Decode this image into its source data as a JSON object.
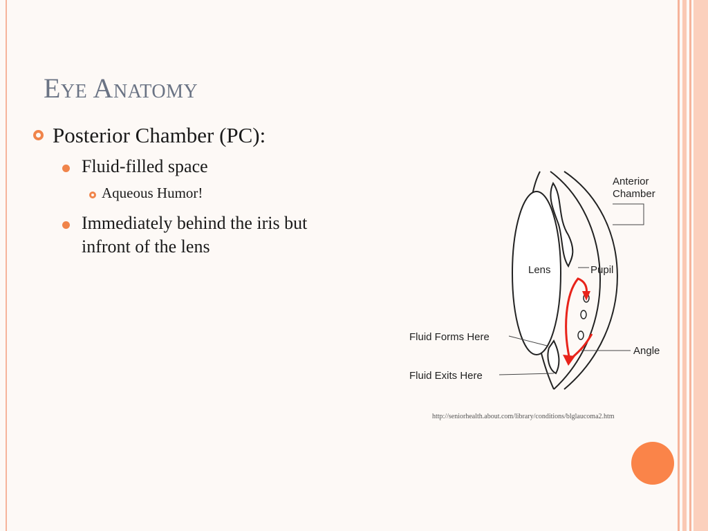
{
  "slide": {
    "title": "Eye Anatomy",
    "bullets": {
      "level1": "Posterior Chamber (PC):",
      "level2_a": "Fluid-filled space",
      "level3": "Aqueous Humor!",
      "level2_b_line1": "Immediately behind the iris but",
      "level2_b_line2": "infront of the lens"
    },
    "source": "http://seniorhealth.about.com/library/conditions/blglaucoma2.htm"
  },
  "diagram": {
    "labels": {
      "anterior_line1": "Anterior",
      "anterior_line2": "Chamber",
      "lens": "Lens",
      "pupil": "Pupil",
      "fluid_forms": "Fluid Forms Here",
      "angle": "Angle",
      "fluid_exits": "Fluid Exits Here"
    },
    "arrow_color": "#e8231a"
  },
  "colors": {
    "accent": "#f0844a",
    "title": "#6a7384",
    "stripe": "#f6b39a"
  }
}
